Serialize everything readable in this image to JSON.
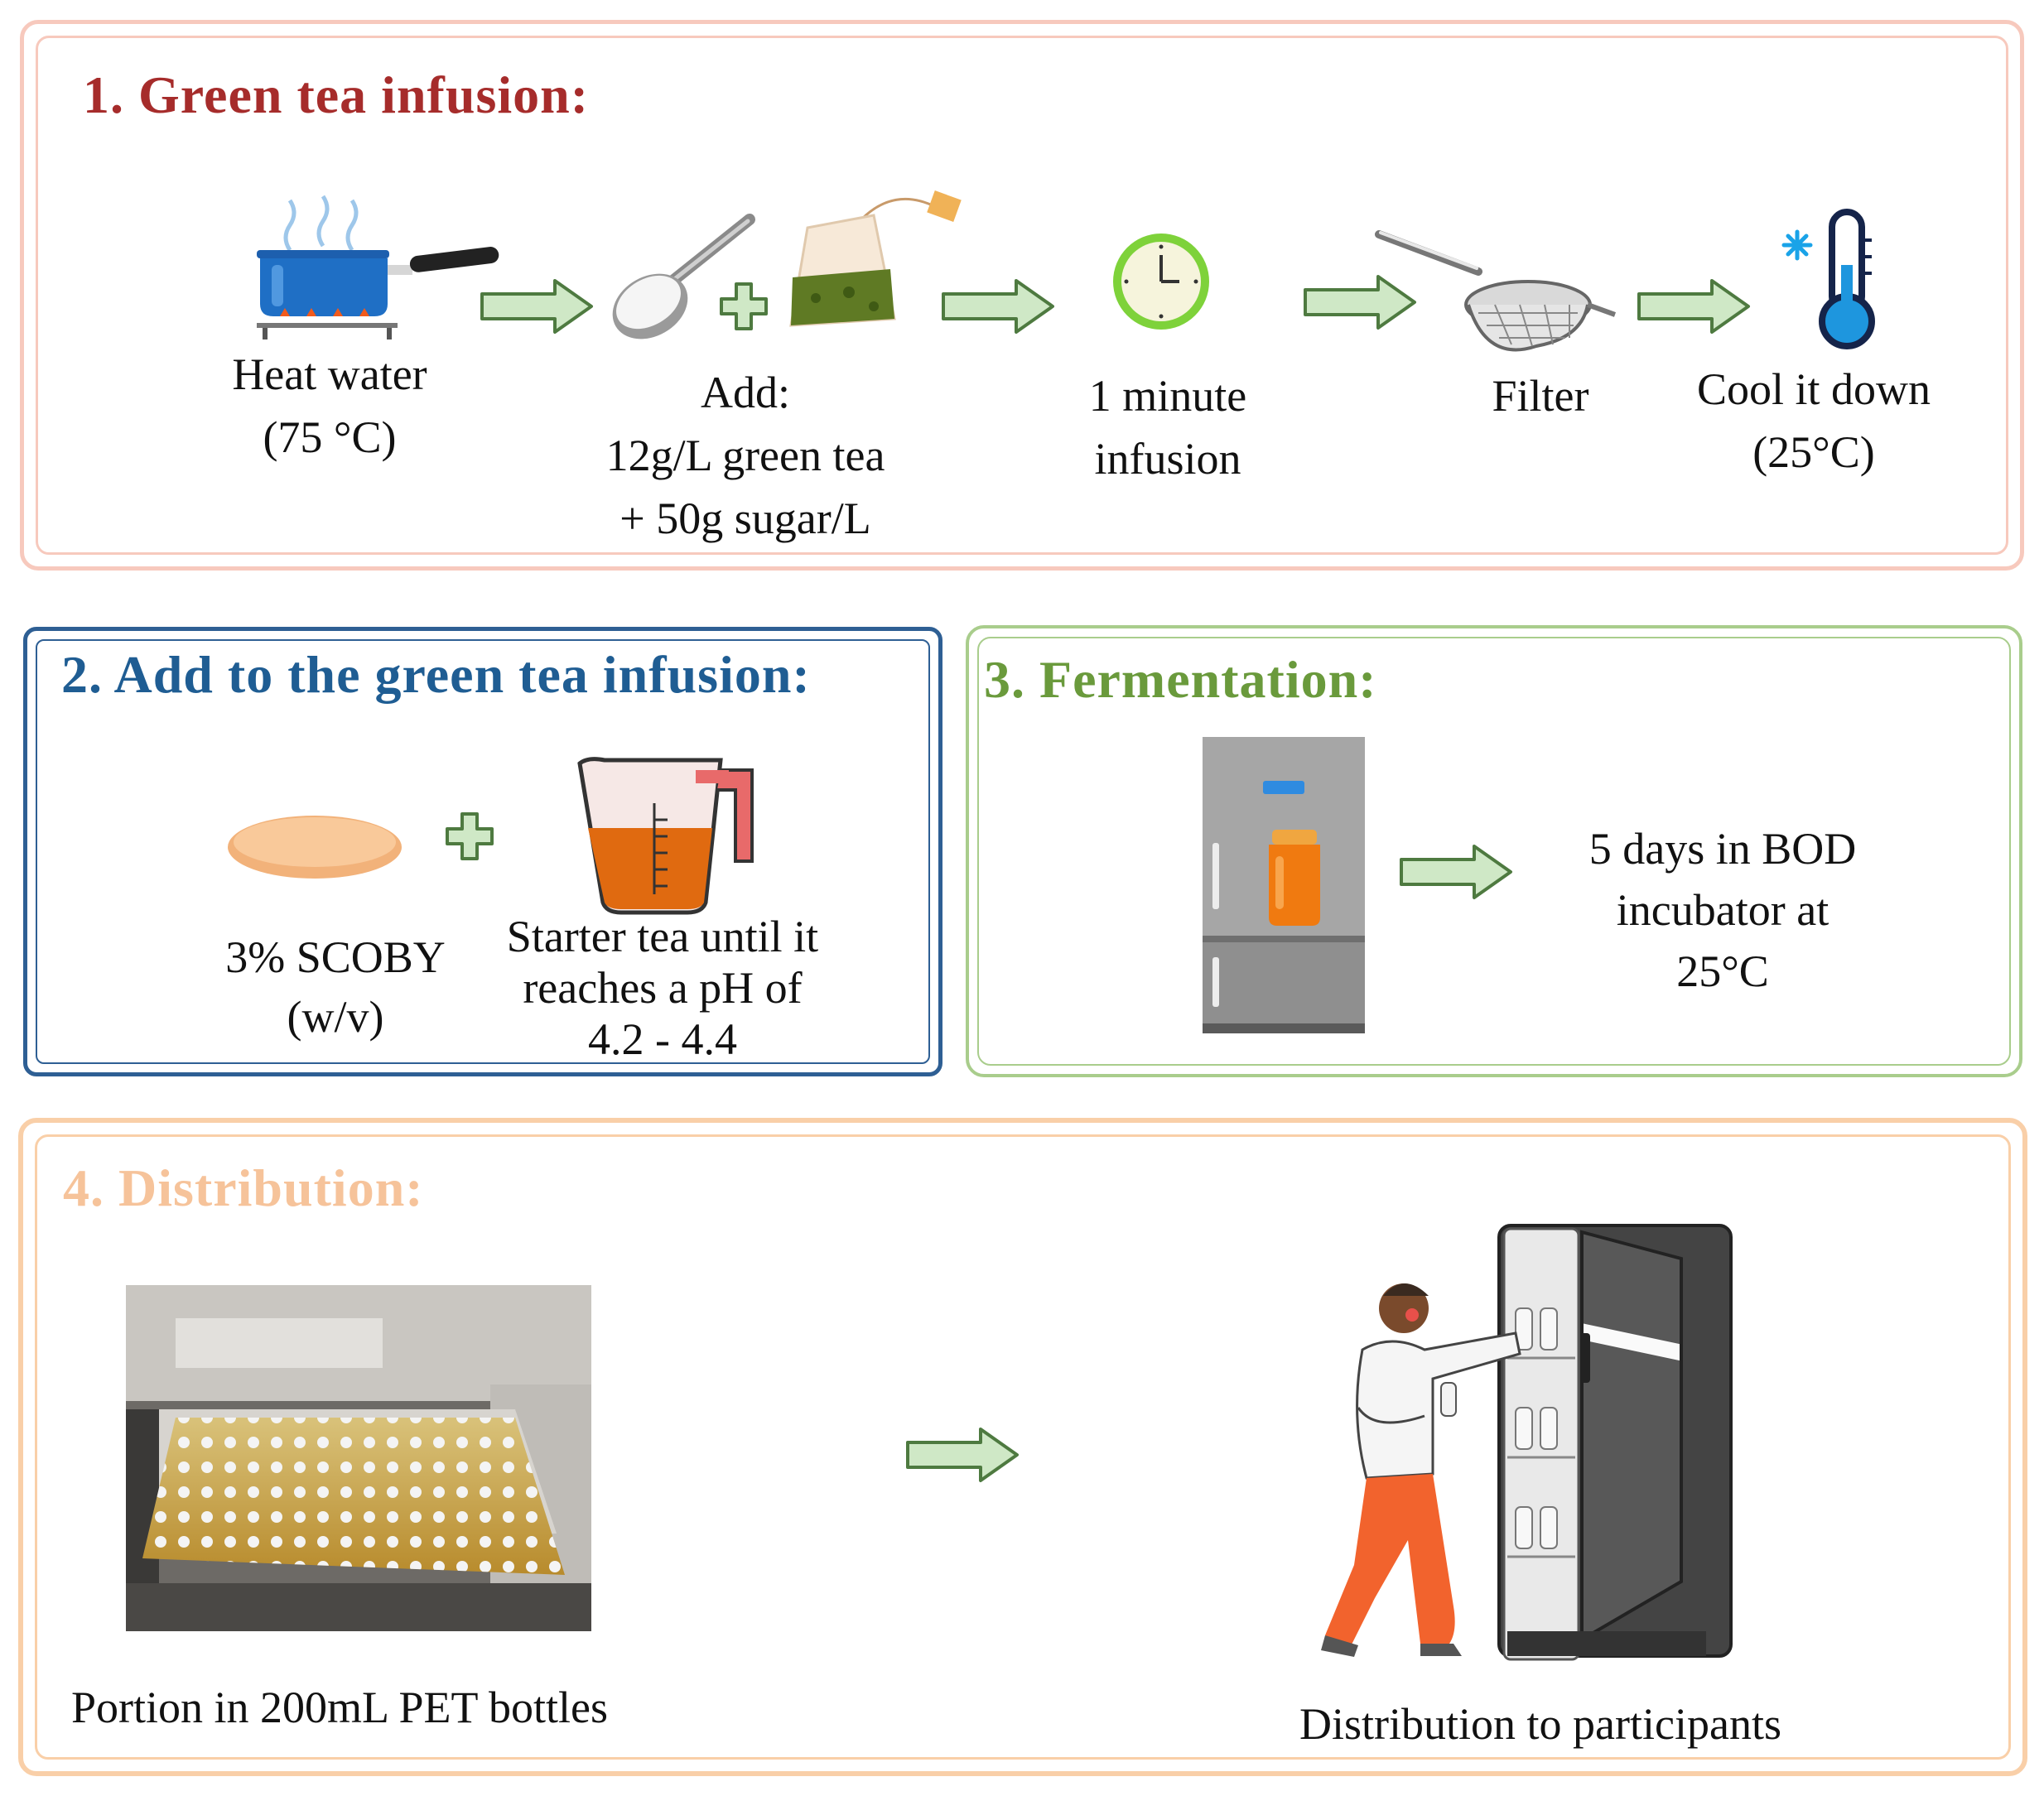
{
  "panels": {
    "green_tea": {
      "title": "1. Green tea infusion:",
      "steps": {
        "heat": {
          "line1": "Heat water",
          "line2": "(75 °C)"
        },
        "add": {
          "line1": "Add:",
          "line2": "12g/L green tea",
          "line3": "+ 50g sugar/L"
        },
        "infusion": {
          "line1": "1 minute",
          "line2": "infusion"
        },
        "filter": {
          "line1": "Filter"
        },
        "cool": {
          "line1": "Cool it down",
          "line2": "(25°C)"
        }
      }
    },
    "add_to_infusion": {
      "title": "2. Add to the green tea infusion:",
      "scoby": {
        "line1": "3% SCOBY",
        "line2": "(w/v)"
      },
      "starter": {
        "line1": "Starter tea until it",
        "line2": "reaches a pH of",
        "line3": "4.2 - 4.4"
      }
    },
    "fermentation": {
      "title": "3. Fermentation:",
      "incubator": {
        "line1": "5 days in BOD",
        "line2": "incubator at",
        "line3": "25°C"
      }
    },
    "distribution": {
      "title": "4. Distribution:",
      "portion": "Portion in 200mL PET bottles",
      "participants": "Distribution to participants"
    }
  },
  "icons": [
    "cooking-pot-icon",
    "spoon-sugar-icon",
    "plus-icon",
    "tea-bag-icon",
    "clock-icon",
    "strainer-icon",
    "thermometer-icon",
    "scoby-icon",
    "measuring-jug-icon",
    "refrigerator-icon",
    "kombucha-jar-icon",
    "bottles-photo",
    "person-at-fridge-icon",
    "arrow-right-icon"
  ],
  "colors": {
    "panel1": "#f7c9bd",
    "panel1_title": "#a62c2b",
    "panel2": "#2e5f94",
    "panel2_title": "#1f5d93",
    "panel3": "#a9cd8c",
    "panel3_title": "#6a9a3c",
    "panel4": "#f9cfa8",
    "panel4_title": "#f6c39a",
    "arrow_fill": "#cfe8c6",
    "arrow_stroke": "#4e7a40"
  }
}
